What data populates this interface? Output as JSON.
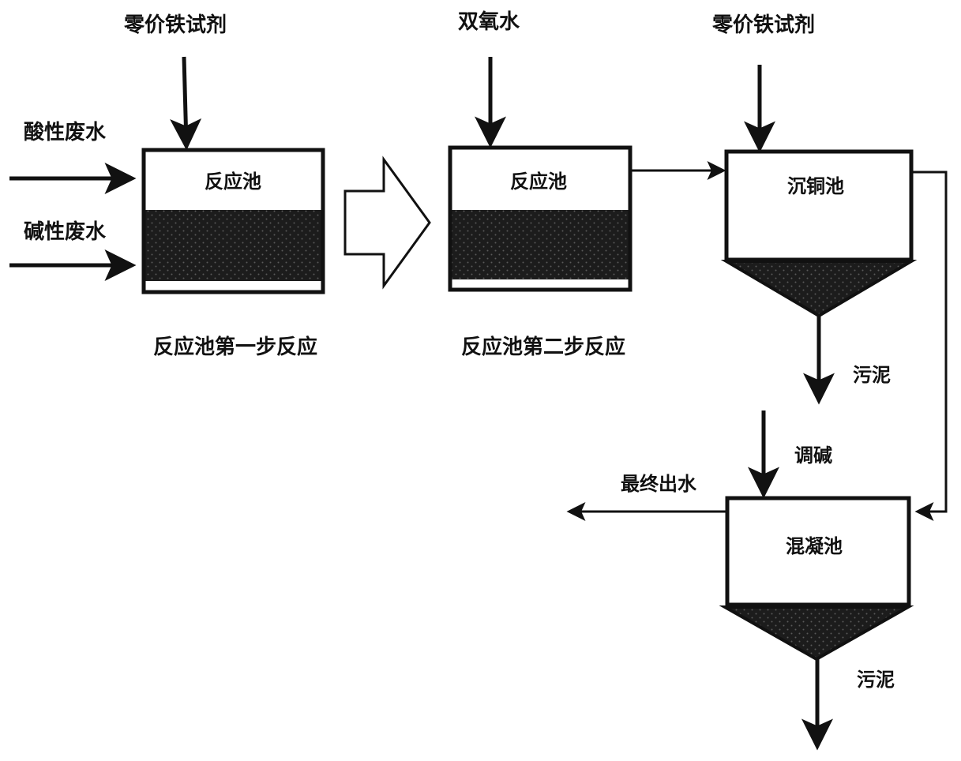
{
  "colors": {
    "ink": "#111111",
    "liquid": "#1c1c1c",
    "background": "#ffffff"
  },
  "inputs": {
    "reagent_1": "零价铁试剂",
    "acid_wastewater": "酸性废水",
    "alkali_wastewater": "碱性废水",
    "hydrogen_peroxide": "双氧水",
    "reagent_2": "零价铁试剂"
  },
  "tanks": {
    "reaction_tank_1": "反应池",
    "reaction_tank_2": "反应池",
    "copper_settling_tank": "沉铜池",
    "coagulation_tank": "混凝池"
  },
  "captions": {
    "step_1": "反应池第一步反应",
    "step_2": "反应池第二步反应"
  },
  "outputs": {
    "sludge_1": "污泥",
    "alkali_adjust": "调碱",
    "final_effluent": "最终出水",
    "sludge_2": "污泥"
  }
}
